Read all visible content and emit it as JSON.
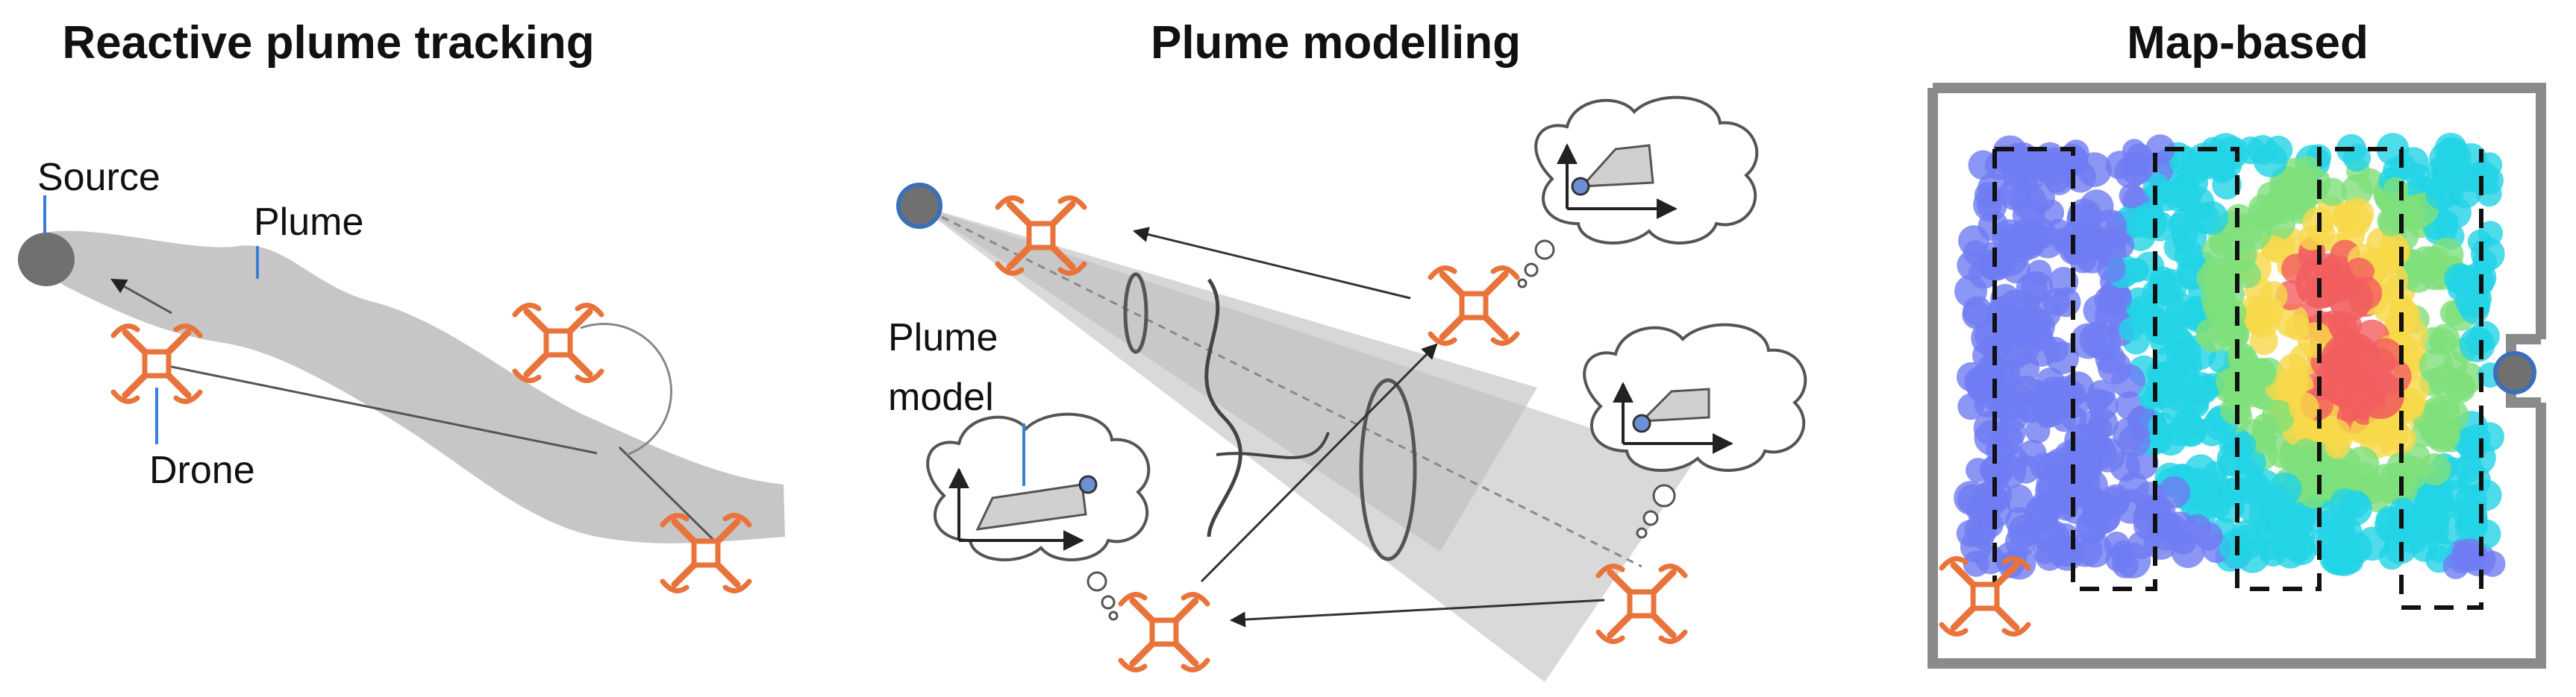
{
  "panels": [
    {
      "title": "Reactive plume tracking",
      "labels": {
        "source": "Source",
        "plume": "Plume",
        "drone": "Drone"
      }
    },
    {
      "title": "Plume modelling",
      "labels": {
        "plume_model_line1": "Plume",
        "plume_model_line2": "model"
      }
    },
    {
      "title": "Map-based"
    }
  ],
  "colors": {
    "drone": "#e8743b",
    "plume_fill": "#c8c8c8",
    "source": "#707070",
    "source_outline": "#3b6fb6",
    "leader_line": "#3b7fd4",
    "map_wall": "#8a8a8a",
    "heat_low": "#6f7cf2",
    "heat_mid": "#22d3e6",
    "heat_high": "#f25e5e"
  },
  "icons": [
    "drone-icon",
    "source-icon",
    "thought-bubble-icon",
    "coordinate-axes-icon"
  ]
}
